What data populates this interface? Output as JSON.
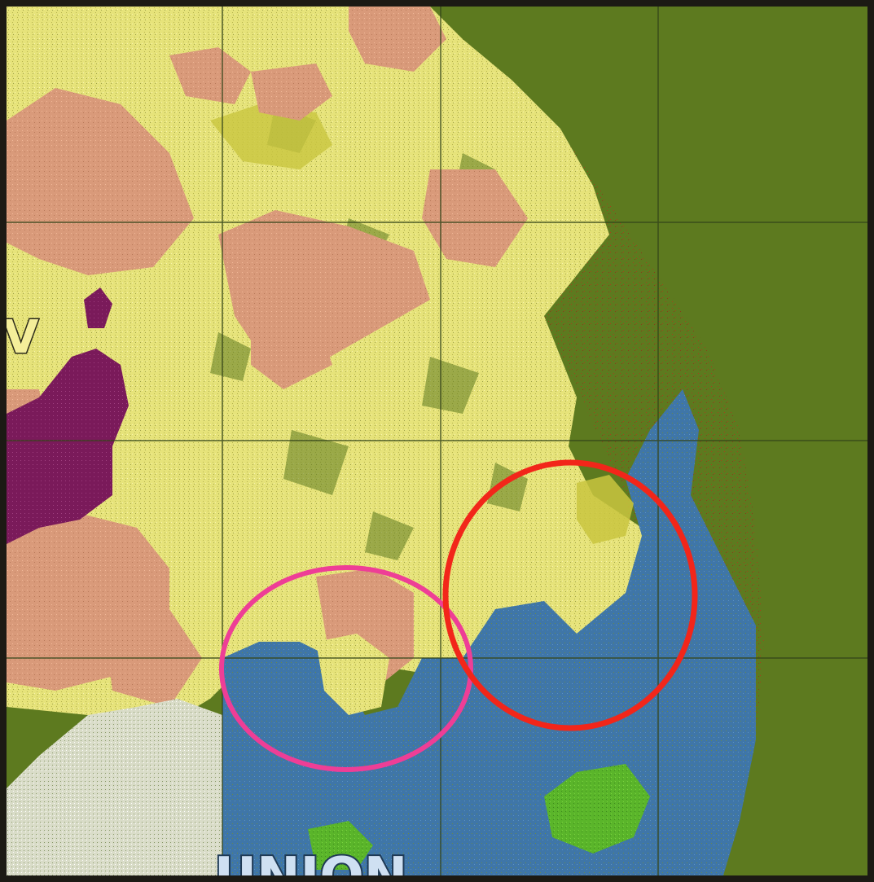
{
  "map": {
    "labels": {
      "west_edge": "V",
      "bottom_center": "UNION"
    },
    "colors": {
      "background_green": "#5d7a1f",
      "gridline": "#34451a",
      "yellow_region": "#e6e37a",
      "salmon_region": "#d99a7a",
      "purple_region": "#7a1a5a",
      "blue_region": "#3f76a8",
      "white_region": "#d9dcc8",
      "red_speckle": "#a8401c",
      "bright_green_patch": "#5ab52a",
      "circle_pink": "#ee3e96",
      "circle_red": "#f2261a"
    },
    "annotations": [
      {
        "name": "pink-circle",
        "color": "#ee3e96"
      },
      {
        "name": "red-circle",
        "color": "#f2261a"
      }
    ]
  }
}
